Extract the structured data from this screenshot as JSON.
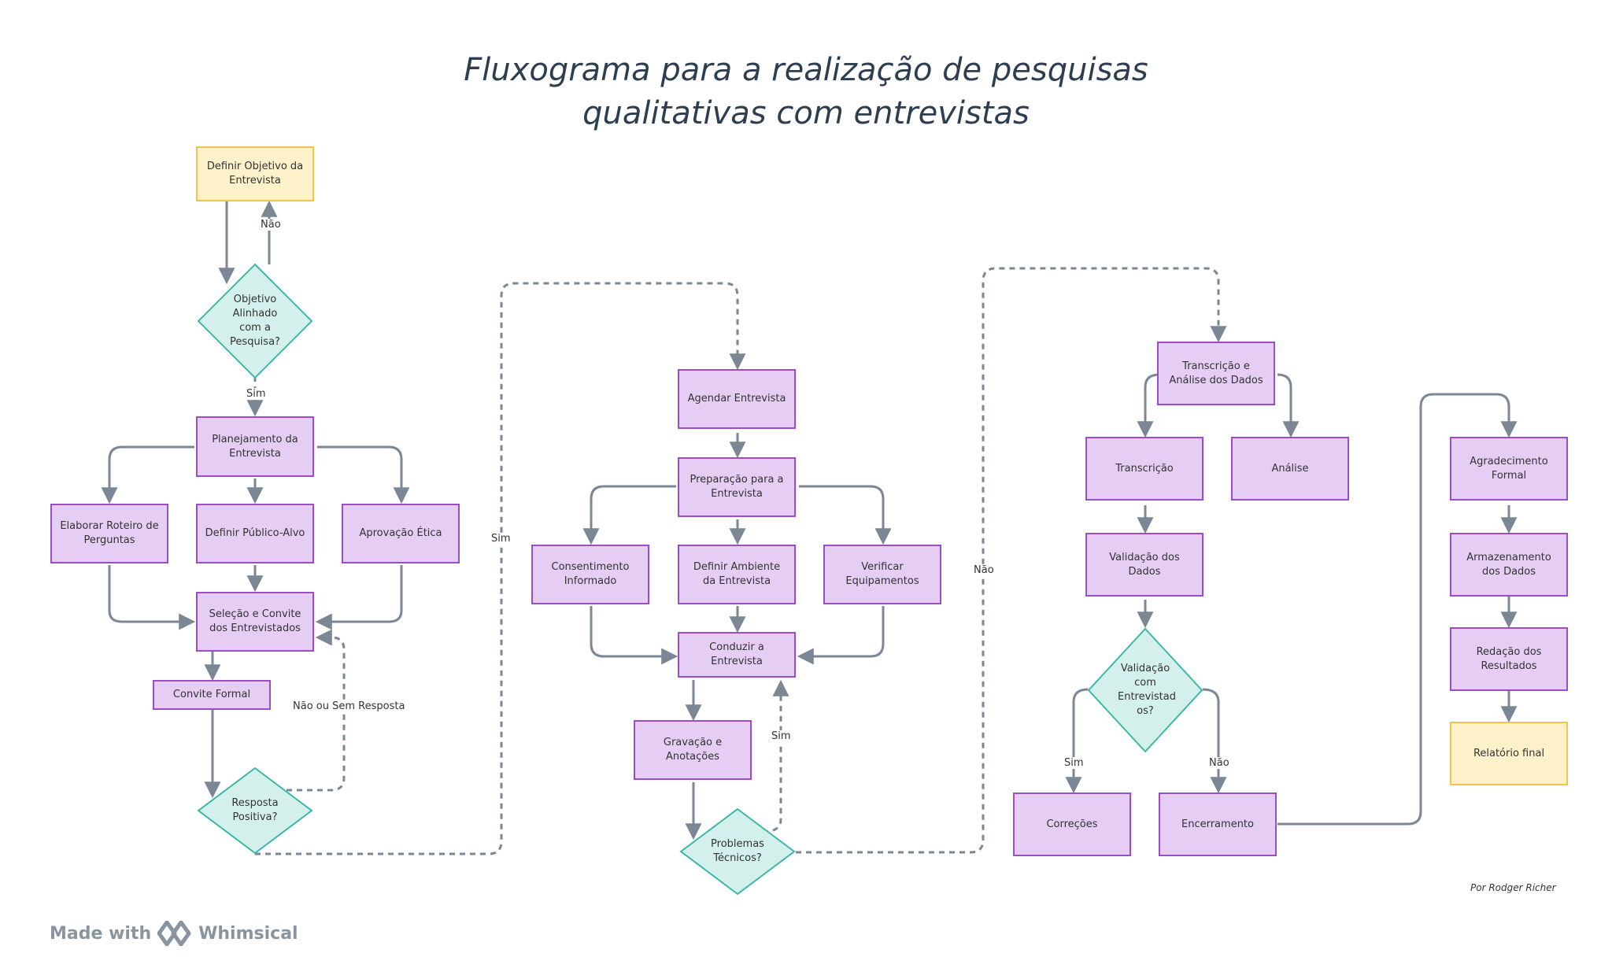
{
  "title_line1": "Fluxograma para a realização de pesquisas",
  "title_line2": "qualitativas com entrevistas",
  "nodes": {
    "definir_objetivo": "Definir Objetivo da Entrevista",
    "objetivo_alinhado": "Objetivo Alinhado com a Pesquisa?",
    "planejamento": "Planejamento da Entrevista",
    "elaborar_roteiro": "Elaborar Roteiro de Perguntas",
    "definir_publico": "Definir Público-Alvo",
    "aprovacao_etica": "Aprovação Ética",
    "selecao_convite": "Seleção e Convite dos Entrevistados",
    "convite_formal": "Convite Formal",
    "resposta_positiva": "Resposta Positiva?",
    "agendar": "Agendar Entrevista",
    "preparacao": "Preparação para a Entrevista",
    "consentimento": "Consentimento Informado",
    "definir_ambiente": "Definir Ambiente da Entrevista",
    "verificar_equip": "Verificar Equipamentos",
    "conduzir": "Conduzir a Entrevista",
    "gravacao": "Gravação e Anotações",
    "problemas": "Problemas Técnicos?",
    "transcricao_analise": "Transcrição e Análise dos Dados",
    "transcricao": "Transcrição",
    "analise": "Análise",
    "validacao_dados": "Validação dos Dados",
    "validacao_entrevistados": "Validação com Entrevistad os?",
    "correcoes": "Correções",
    "encerramento": "Encerramento",
    "agradecimento": "Agradecimento Formal",
    "armazenamento": "Armazenamento dos Dados",
    "redacao": "Redação dos Resultados",
    "relatorio": "Relatório final"
  },
  "labels": {
    "nao_objetivo": "Não",
    "sim_objetivo": "Sim",
    "nao_resposta": "Não ou Sem Resposta",
    "sim_resposta": "Sim",
    "sim_problemas": "Sim",
    "nao_problemas": "Não",
    "sim_validacao": "Sim",
    "nao_validacao": "Não"
  },
  "author": "Por Rodger Richer",
  "brand": {
    "made_with": "Made with",
    "name": "Whimsical"
  },
  "colors": {
    "process_fill": "#e5cdf3",
    "process_border": "#9b4cc7",
    "terminal_fill": "#fdf1c9",
    "terminal_border": "#f1c452",
    "decision_fill": "#d3f0ec",
    "decision_border": "#3cb8a6",
    "connector": "#7b8794"
  }
}
